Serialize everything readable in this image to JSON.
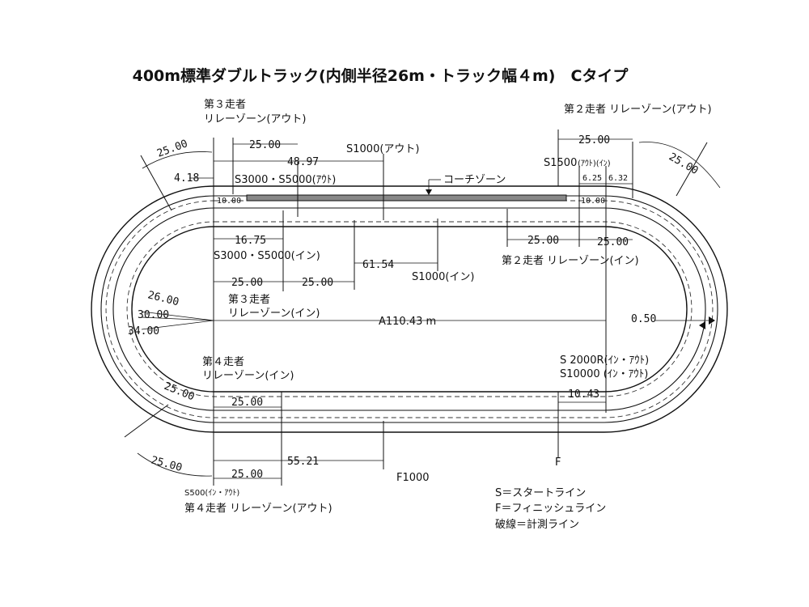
{
  "title": "400m標準ダブルトラック(内側半径26m・トラック幅４m)　Cタイプ",
  "labels": {
    "runner3_out_a": "第３走者",
    "runner3_out_b": "リレーゾーン(アウト)",
    "runner2_out": "第２走者 リレーゾーン(アウト)",
    "s1000_out": "S1000(アウト)",
    "s3000_out": "S3000・S5000(ｱｳﾄ)",
    "coach_zone": "コーチゾーン",
    "s1500": "S1500",
    "s1500_sub": "(ｱｳﾄ)(ｲﾝ)",
    "s3000_in": "S3000・S5000(イン)",
    "s1000_in": "S1000(イン)",
    "runner2_in": "第２走者 リレーゾーン(イン)",
    "runner3_in_a": "第３走者",
    "runner3_in_b": "リレーゾーン(イン)",
    "a_length": "A110.43 m",
    "s2000r": "S 2000R(ｲﾝ・ｱｳﾄ)",
    "s10000": "S10000 (ｲﾝ・ｱｳﾄ)",
    "runner4_in_a": "第４走者",
    "runner4_in_b": "リレーゾーン(イン)",
    "f1000": "F1000",
    "f": "F",
    "s500": "S500(ｲﾝ・ｱｳﾄ)",
    "runner4_out": "第４走者 リレーゾーン(アウト)"
  },
  "dims": {
    "d25_top_left": "25.00",
    "d25_a": "25.00",
    "d4897": "48.97",
    "d418": "4.18",
    "d10_left": "10.00",
    "d25_top_right": "25.00",
    "d25_arc_right": "25.00",
    "d625": "6.25",
    "d632": "6.32",
    "d10_right": "10.00",
    "d1675": "16.75",
    "d6154": "61.54",
    "d25_b": "25.00",
    "d25_c": "25.00",
    "d25_d": "25.00",
    "d25_e": "25.00",
    "r26": "26.00",
    "r30": "30.00",
    "r34": "34.00",
    "d050": "0.50",
    "d25_arc_bl": "25.00",
    "d25_f": "25.00",
    "d1043": "10.43",
    "d5521": "55.21",
    "d25_arc_bottom": "25.00",
    "d25_g": "25.00"
  },
  "legend": {
    "s": "S＝スタートライン",
    "f": "F＝フィニッシュライン",
    "dashed": "破線＝計測ライン"
  }
}
